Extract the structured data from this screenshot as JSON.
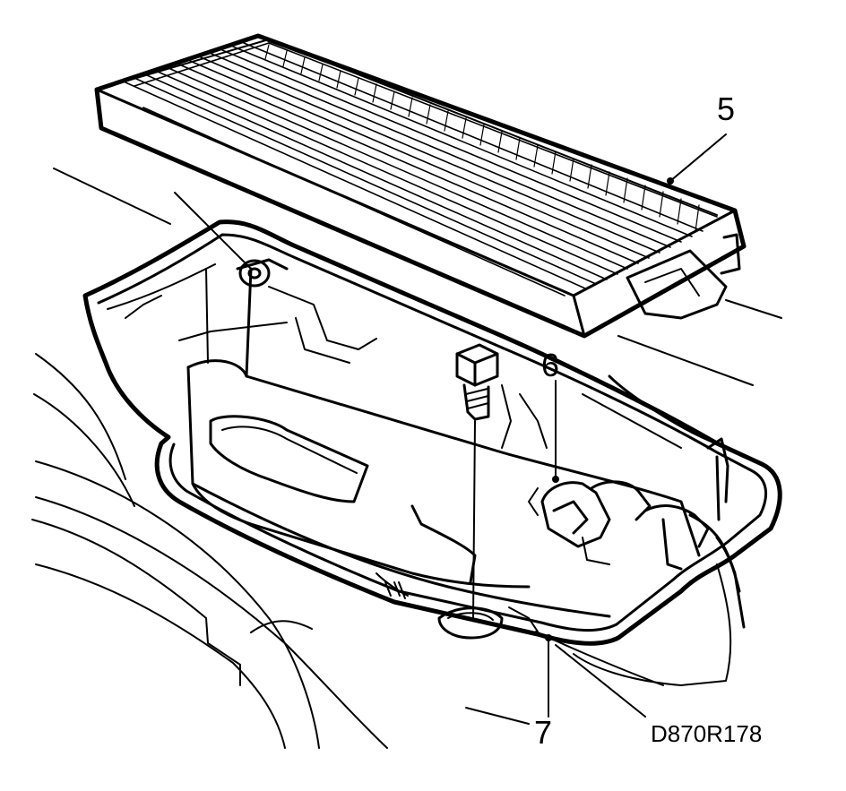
{
  "callouts": {
    "filter": "5",
    "clip": "6",
    "housing": "7"
  },
  "reference_code": "D870R178",
  "colors": {
    "ink": "#000000",
    "paper": "#ffffff"
  }
}
